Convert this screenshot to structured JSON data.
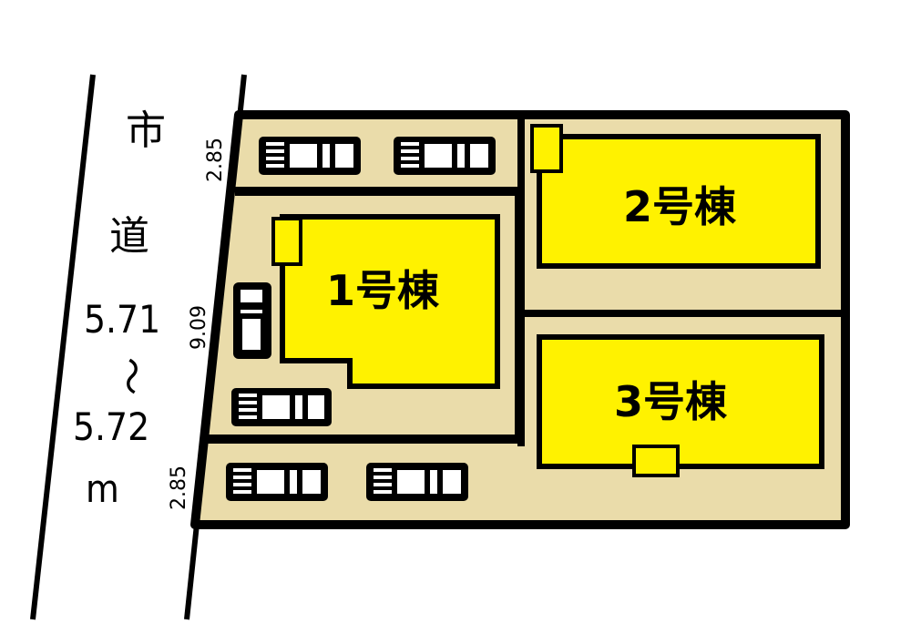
{
  "road": {
    "name_chars": [
      "市",
      "道"
    ],
    "width_min": "5.71",
    "range_sep": "〜",
    "width_max": "5.72",
    "unit": "m"
  },
  "dimensions": {
    "top_frontage": "2.85",
    "middle_frontage": "9.09",
    "bottom_frontage": "2.85"
  },
  "buildings": [
    {
      "label": "1号棟"
    },
    {
      "label": "2号棟"
    },
    {
      "label": "3号棟"
    }
  ],
  "colors": {
    "building_fill": "#FFF200",
    "lot_fill": "#EADCAA",
    "outline": "#000000",
    "background": "#FFFFFF"
  },
  "parking_spaces": 6
}
